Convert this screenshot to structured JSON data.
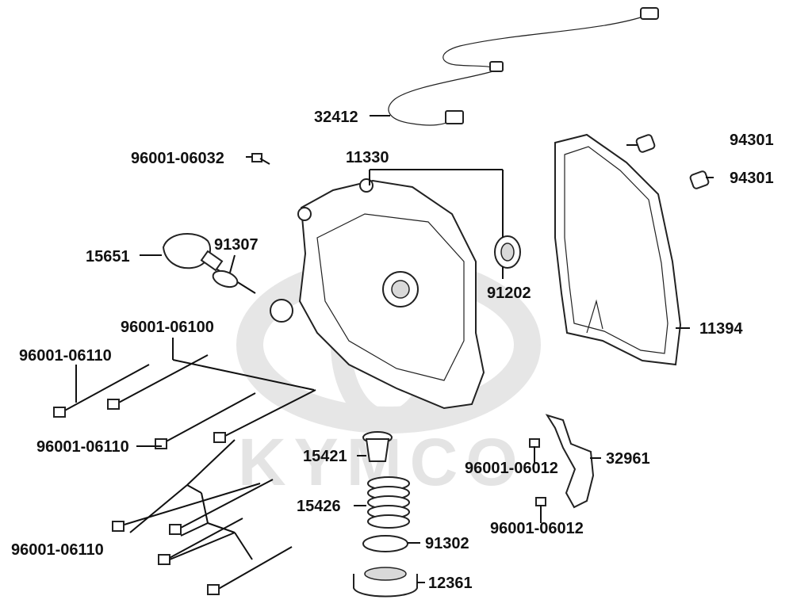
{
  "diagram": {
    "watermark": "KYMCO",
    "labels": {
      "p32412": "32412",
      "p96001_06032": "96001-06032",
      "p11330": "11330",
      "p94301_a": "94301",
      "p94301_b": "94301",
      "p15651": "15651",
      "p91307": "91307",
      "p91202": "91202",
      "p11394": "11394",
      "p96001_06100": "96001-06100",
      "p96001_06110_a": "96001-06110",
      "p96001_06110_b": "96001-06110",
      "p96001_06110_c": "96001-06110",
      "p15421": "15421",
      "p15426": "15426",
      "p91302": "91302",
      "p12361": "12361",
      "p32961": "32961",
      "p96001_06012_a": "96001-06012",
      "p96001_06012_b": "96001-06012"
    }
  }
}
